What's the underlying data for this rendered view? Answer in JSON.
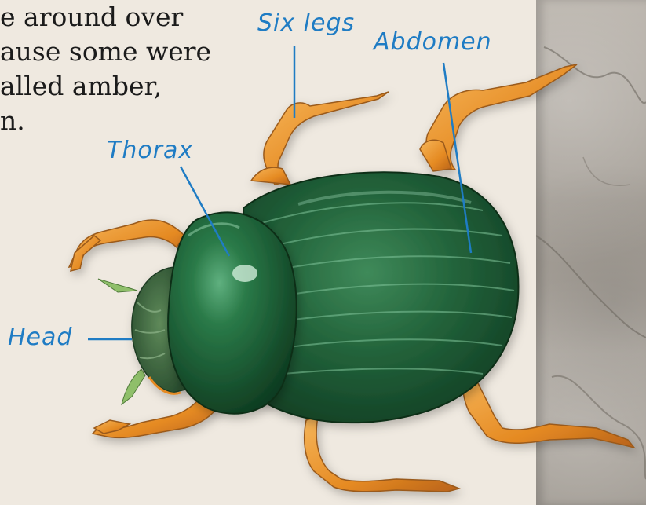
{
  "text_lines": [
    "e around over",
    "ause some were",
    "alled amber,",
    "n."
  ],
  "labels": {
    "six_legs": "Six legs",
    "abdomen": "Abdomen",
    "thorax": "Thorax",
    "head": "Head"
  },
  "colors": {
    "label": "#1f7cc4",
    "beetle_green": "#1f5a33",
    "leg_orange": "#e8922e",
    "page": "#efe9e0",
    "stone": "#aaa49c"
  }
}
